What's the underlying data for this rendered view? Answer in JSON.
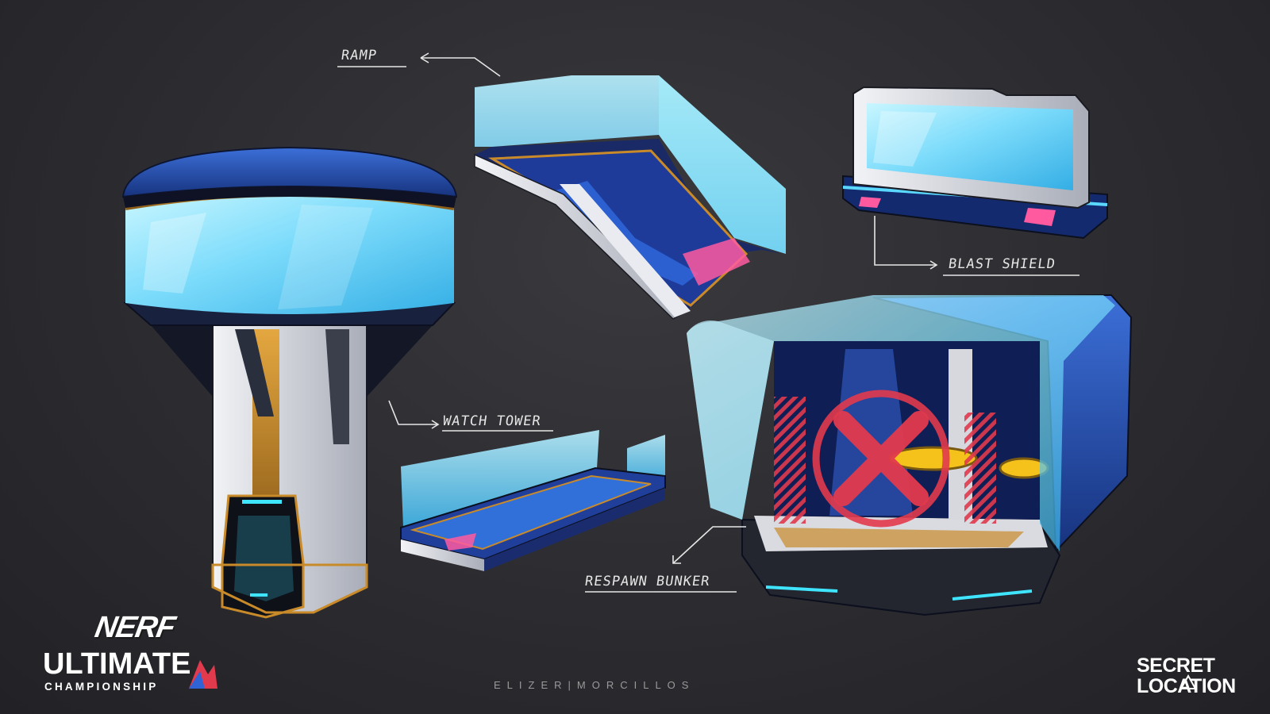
{
  "callouts": {
    "ramp": "RAMP",
    "blast_shield": "BLAST SHIELD",
    "watch_tower": "WATCH TOWER",
    "respawn_bunker": "RESPAWN BUNKER"
  },
  "branding": {
    "nerf": "NERF",
    "ultimate": "ULTIMATE",
    "championship": "CHAMPIONSHIP",
    "artist": "ELIZER|MORCILLOS",
    "studio_line1": "SECRET",
    "studio_line2": "LOCATION"
  },
  "colors": {
    "glass": "#8ee6ff",
    "glass_deep": "#3bb8ec",
    "frame_blue": "#1f3f9a",
    "frame_dark": "#131a2e",
    "gold": "#c98a2a",
    "pink": "#ff5aa0",
    "warning_red": "#e23a4d",
    "yellow": "#f5c21b",
    "steel": "#d6d8de"
  }
}
